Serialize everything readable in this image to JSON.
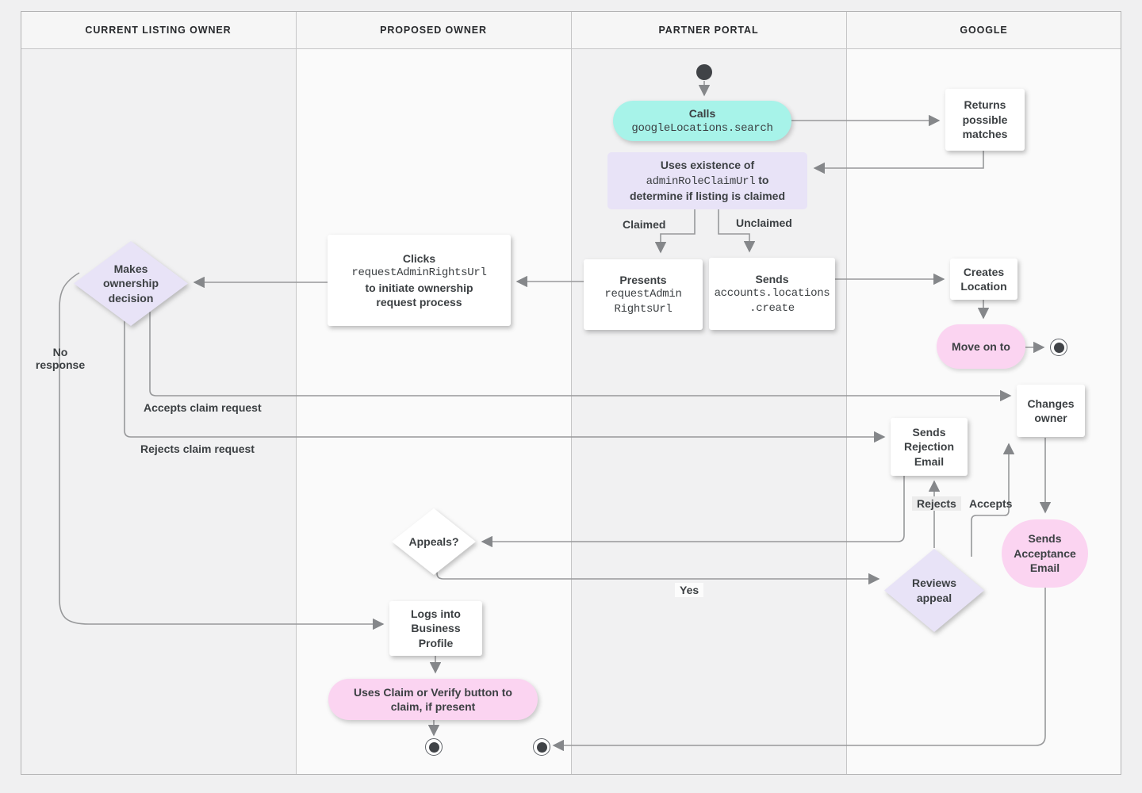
{
  "lanes": [
    {
      "label": "CURRENT LISTING OWNER"
    },
    {
      "label": "PROPOSED OWNER"
    },
    {
      "label": "PARTNER PORTAL"
    },
    {
      "label": "GOOGLE"
    }
  ],
  "nodes": {
    "calls": {
      "title": "Calls",
      "code": "googleLocations.search"
    },
    "returns": {
      "l1": "Returns",
      "l2": "possible",
      "l3": "matches"
    },
    "uses": {
      "l1": "Uses existence of",
      "code": "adminRoleClaimUrl",
      "l2_suffix": " to",
      "l3": "determine if listing is claimed"
    },
    "presents": {
      "title": "Presents",
      "code1": "requestAdmin",
      "code2": "RightsUrl"
    },
    "sends_create": {
      "title": "Sends",
      "code1": "accounts.locations",
      "code2": ".create"
    },
    "clicks": {
      "l1": "Clicks",
      "code": "requestAdminRightsUrl",
      "l3": "to initiate ownership",
      "l4": "request process"
    },
    "decision": {
      "l1": "Makes",
      "l2": "ownership",
      "l3": "decision"
    },
    "creates": {
      "l1": "Creates",
      "l2": "Location"
    },
    "move_on": {
      "label": "Move on to"
    },
    "changes": {
      "l1": "Changes",
      "l2": "owner"
    },
    "rejection": {
      "l1": "Sends",
      "l2": "Rejection",
      "l3": "Email"
    },
    "appeals": {
      "label": "Appeals?"
    },
    "reviews": {
      "l1": "Reviews",
      "l2": "appeal"
    },
    "acceptance": {
      "l1": "Sends",
      "l2": "Acceptance",
      "l3": "Email"
    },
    "logs": {
      "l1": "Logs into",
      "l2": "Business",
      "l3": "Profile"
    },
    "claim_verify": {
      "l1": "Uses Claim or Verify button to",
      "l2": "claim, if present"
    }
  },
  "edge_labels": {
    "claimed": "Claimed",
    "unclaimed": "Unclaimed",
    "no_response_1": "No",
    "no_response_2": "response",
    "accepts_claim": "Accepts claim request",
    "rejects_claim": "Rejects claim request",
    "rejects": "Rejects",
    "accepts": "Accepts",
    "yes": "Yes"
  },
  "colors": {
    "teal": "#a7f3e9",
    "lavender": "#e8e3f7",
    "pink": "#fbd4f1",
    "line": "#97989a",
    "text": "#3c4043"
  }
}
